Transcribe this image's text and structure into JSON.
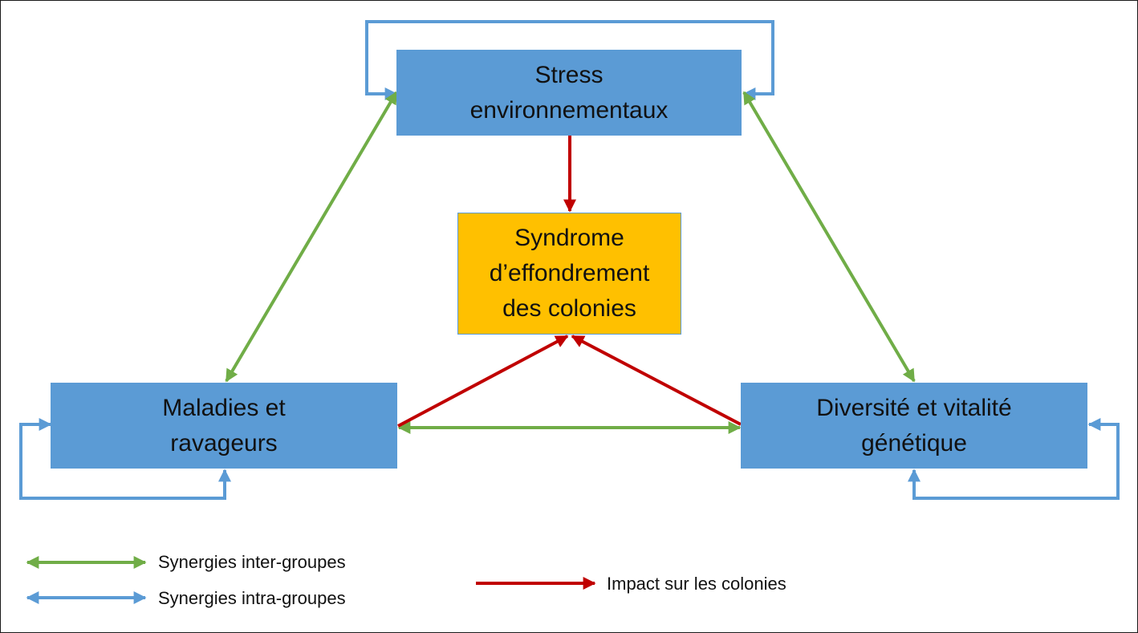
{
  "nodes": {
    "stress": "Stress\nenvironnementaux",
    "syndrome": "Syndrome\nd’effondrement\ndes colonies",
    "maladies": "Maladies et\nravageurs",
    "diversite": "Diversité et vitalité\ngénétique"
  },
  "legend": {
    "inter": "Synergies inter-groupes",
    "intra": "Synergies intra-groupes",
    "impact": "Impact sur les colonies"
  },
  "colors": {
    "inter": "#70ad47",
    "intra": "#5b9bd5",
    "impact": "#c00000",
    "box_blue": "#5b9bd5",
    "box_orange": "#ffc000"
  }
}
